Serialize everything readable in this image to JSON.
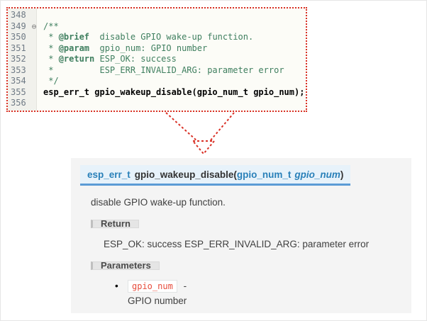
{
  "editor": {
    "lines": [
      {
        "num": "348",
        "segments": []
      },
      {
        "num": "349",
        "fold": "⊖",
        "segments": [
          {
            "text": "/**",
            "style": "comment"
          }
        ]
      },
      {
        "num": "350",
        "segments": [
          {
            "text": " * ",
            "style": "comment"
          },
          {
            "text": "@brief",
            "style": "tag"
          },
          {
            "text": "  disable GPIO wake-up function.",
            "style": "comment"
          }
        ]
      },
      {
        "num": "351",
        "segments": [
          {
            "text": " * ",
            "style": "comment"
          },
          {
            "text": "@param",
            "style": "tag"
          },
          {
            "text": "  gpio_num: GPIO number",
            "style": "comment"
          }
        ]
      },
      {
        "num": "352",
        "segments": [
          {
            "text": " * ",
            "style": "comment"
          },
          {
            "text": "@return",
            "style": "tag"
          },
          {
            "text": " ESP_OK: success",
            "style": "comment"
          }
        ]
      },
      {
        "num": "353",
        "segments": [
          {
            "text": " *         ESP_ERR_INVALID_ARG: parameter error",
            "style": "comment"
          }
        ]
      },
      {
        "num": "354",
        "segments": [
          {
            "text": " */",
            "style": "comment"
          }
        ]
      },
      {
        "num": "355",
        "segments": [
          {
            "text": "esp_err_t gpio_wakeup_disable(gpio_num_t gpio_num);",
            "style": "code"
          }
        ]
      },
      {
        "num": "356",
        "segments": []
      }
    ]
  },
  "doc": {
    "signature": {
      "return_type": "esp_err_t",
      "function_name": "gpio_wakeup_disable",
      "open_paren": "(",
      "param_type": "gpio_num_t",
      "param_name": "gpio_num",
      "close_paren": ")"
    },
    "description": "disable GPIO wake-up function.",
    "return_section": {
      "label": "Return",
      "text": "ESP_OK: success ESP_ERR_INVALID_ARG: parameter error"
    },
    "parameters_section": {
      "label": "Parameters",
      "items": [
        {
          "name": "gpio_num",
          "separator": "-",
          "description": "GPIO number"
        }
      ]
    }
  },
  "colors": {
    "dotted_red": "#d93025",
    "comment_green": "#3f7f5f",
    "signature_bg": "#e7f2fa",
    "signature_underline": "#5b9bd5",
    "link_blue": "#2980b9",
    "param_chip_red": "#e74c3c",
    "doc_panel_bg": "#f4f4f4"
  }
}
